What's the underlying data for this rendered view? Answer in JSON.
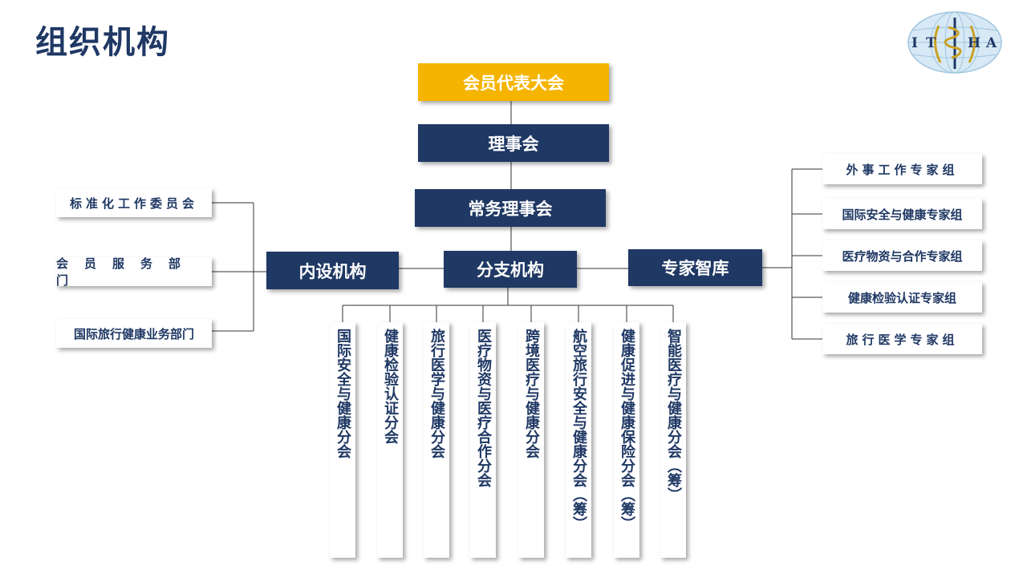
{
  "page_title": "组织机构",
  "logo": {
    "text": "ITHA"
  },
  "top": {
    "assembly": "会员代表大会",
    "council": "理事会",
    "standing": "常务理事会"
  },
  "middle": {
    "internal": "内设机构",
    "branch": "分支机构",
    "think_tank": "专家智库"
  },
  "internal_units": [
    "标准化工作委员会",
    "会员服务部门",
    "国际旅行健康业务部门"
  ],
  "expert_groups": [
    "外事工作专家组",
    "国际安全与健康专家组",
    "医疗物资与合作专家组",
    "健康检验认证专家组",
    "旅行医学专家组"
  ],
  "branches": [
    "国际安全与健康分会",
    "健康检验认证分会",
    "旅行医学与健康分会",
    "医疗物资与医疗合作分会",
    "跨境医疗与健康分会",
    "航空旅行安全与健康分会（筹）",
    "健康促进与健康保险分会（筹）",
    "智能医疗与健康分会（筹）"
  ],
  "colors": {
    "navy": "#1f3864",
    "gold": "#f5b400"
  }
}
